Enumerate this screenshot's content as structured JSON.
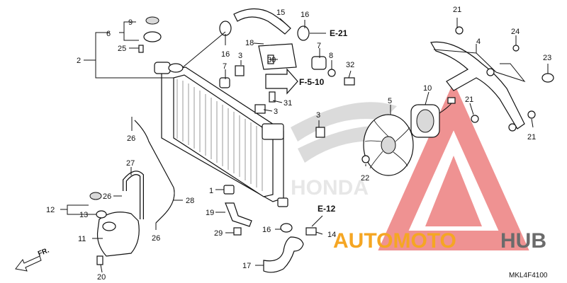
{
  "diagram": {
    "code": "MKL4F4100",
    "front_label": "FR.",
    "refs": {
      "e21": "E-21",
      "f510": "F-5-10",
      "e12": "E-12"
    },
    "watermark": {
      "part1": "AUTOMOTO",
      "part2": "HUB",
      "color_main": "#f5a623",
      "color_secondary": "#6b6b6b",
      "logo_color": "#e23a3a"
    },
    "callouts": {
      "c1": "1",
      "c2": "2",
      "c3a": "3",
      "c3b": "3",
      "c3c": "3",
      "c4": "4",
      "c5": "5",
      "c6": "6",
      "c7a": "7",
      "c7b": "7",
      "c8": "8",
      "c9": "9",
      "c10": "10",
      "c11": "11",
      "c12": "12",
      "c13": "13",
      "c14": "14",
      "c15": "15",
      "c16a": "16",
      "c16b": "16",
      "c16c": "16",
      "c17": "17",
      "c18": "18",
      "c19": "19",
      "c20": "20",
      "c21a": "21",
      "c21b": "21",
      "c21c": "21",
      "c22": "22",
      "c23": "23",
      "c24": "24",
      "c25": "25",
      "c26a": "26",
      "c26b": "26",
      "c26c": "26",
      "c27": "27",
      "c28": "28",
      "c29": "29",
      "c30": "30",
      "c31": "31",
      "c32": "32"
    }
  }
}
